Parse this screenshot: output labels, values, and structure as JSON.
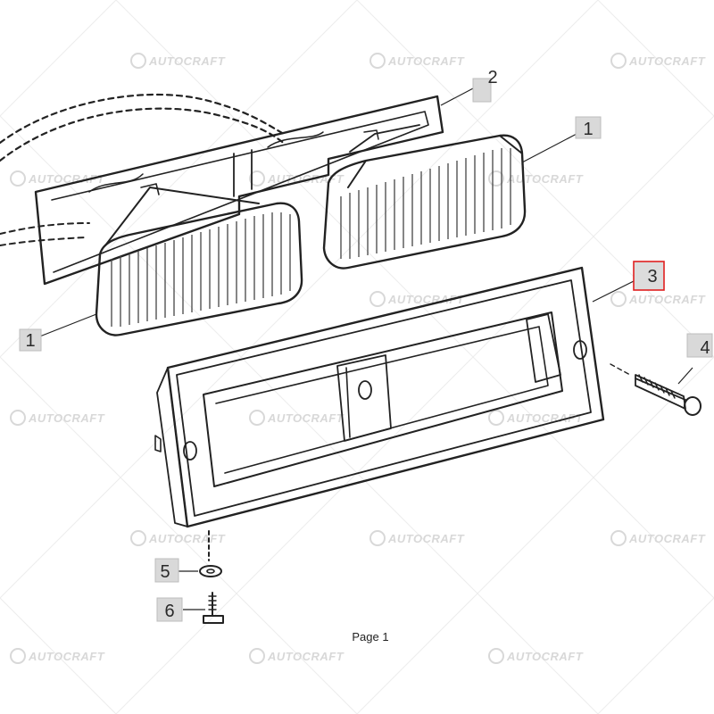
{
  "watermark": {
    "brand": "AUTOCRAFT"
  },
  "callouts": [
    {
      "id": "c1a",
      "label": "1",
      "selected": false
    },
    {
      "id": "c1b",
      "label": "1",
      "selected": false
    },
    {
      "id": "c2",
      "label": "2",
      "selected": false
    },
    {
      "id": "c3",
      "label": "3",
      "selected": true
    },
    {
      "id": "c4",
      "label": "4",
      "selected": false
    },
    {
      "id": "c5",
      "label": "5",
      "selected": false
    },
    {
      "id": "c6",
      "label": "6",
      "selected": false
    }
  ],
  "highlight_color": "#e02020",
  "page_label": "Page 1"
}
